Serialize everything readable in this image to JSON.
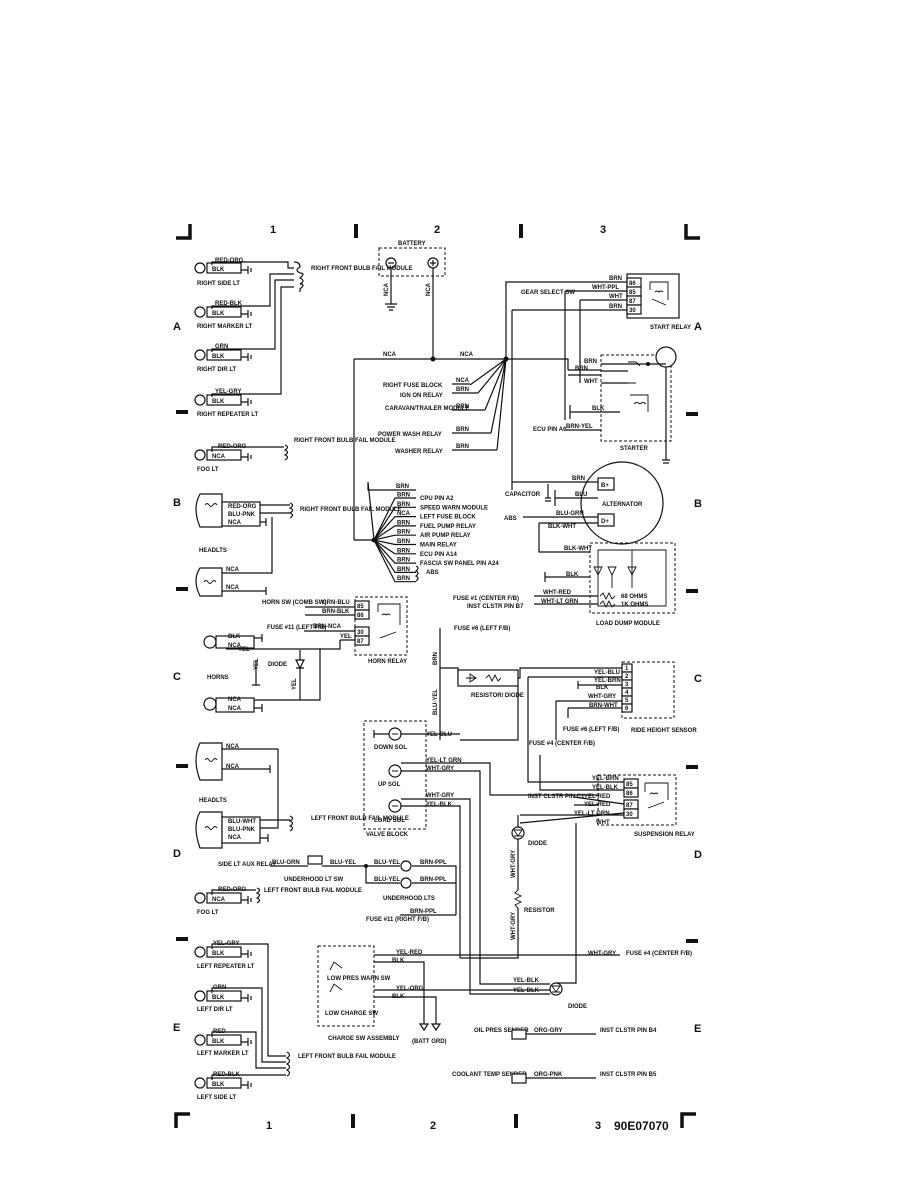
{
  "grid": {
    "columns": [
      "1",
      "2",
      "3"
    ],
    "rows": [
      "A",
      "B",
      "C",
      "D",
      "E"
    ],
    "figure_code": "90E07070"
  },
  "top": {
    "battery": "BATTERY",
    "nca_left": "NCA",
    "nca_right": "NCA",
    "right_front_bulb_fail_module": "RIGHT FRONT BULB FAIL MODULE"
  },
  "lamps_right": [
    {
      "name": "RIGHT SIDE LT",
      "wire1": "RED-ORG",
      "wire2": "BLK"
    },
    {
      "name": "RIGHT MARKER LT",
      "wire1": "RED-BLK",
      "wire2": "BLK"
    },
    {
      "name": "RIGHT DIR LT",
      "wire1": "GRN",
      "wire2": "BLK"
    },
    {
      "name": "RIGHT REPEATER LT",
      "wire1": "YEL-GRY",
      "wire2": "BLK"
    }
  ],
  "fog_lt_right": {
    "name": "FOG LT",
    "wire1": "RED-ORG",
    "wire2": "NCA",
    "module": "RIGHT FRONT BULB FAIL MODULE"
  },
  "start_relay": {
    "label": "START RELAY",
    "gear_select": "GEAR SELECT SW",
    "wires": [
      "BRN",
      "WHT-PPL",
      "WHT",
      "BRN"
    ],
    "pins": [
      "86",
      "85",
      "87",
      "30"
    ]
  },
  "center_bus": {
    "nca": "NCA",
    "nca2": "NCA",
    "loads": [
      {
        "label": "RIGHT FUSE BLOCK",
        "wire": "NCA"
      },
      {
        "label": "IGN ON RELAY",
        "wire": "BRN"
      },
      {
        "label": "CARAVAN/TRAILER MODULE",
        "wire": "BRN"
      },
      {
        "label": "POWER WASH RELAY",
        "wire": "BRN"
      },
      {
        "label": "WASHER RELAY",
        "wire": "BRN"
      }
    ]
  },
  "starter": {
    "label": "STARTER",
    "wires": [
      "BRN",
      "BRN",
      "WHT",
      "BLK"
    ],
    "ecu": "ECU PIN A6",
    "ecu_wire": "BRN-YEL",
    "ground_wire": "BLK"
  },
  "headlts_right": {
    "name": "HEADLTS",
    "wires": [
      "RED-ORG",
      "BLU-PNK",
      "NCA",
      "NCA"
    ],
    "module": "RIGHT FRONT BULB FAIL MODULE"
  },
  "splice_loads": [
    {
      "label": "CPU PIN A2",
      "wire": "BRN"
    },
    {
      "label": "SPEED WARN MODULE",
      "wire": "BRN"
    },
    {
      "label": "LEFT FUSE BLOCK",
      "wire": "NCA"
    },
    {
      "label": "FUEL PUMP RELAY",
      "wire": "BRN"
    },
    {
      "label": "AIR PUMP RELAY",
      "wire": "BRN"
    },
    {
      "label": "MAIN RELAY",
      "wire": "BRN"
    },
    {
      "label": "ECU PIN A14",
      "wire": "BRN"
    },
    {
      "label": "FASCIA SW PANEL PIN A24",
      "wire": "BRN"
    },
    {
      "label": "",
      "wire": "BRN"
    },
    {
      "label": "",
      "wire": "BRN"
    }
  ],
  "splice_abs": "ABS",
  "splice_top": "BRN",
  "alternator": {
    "label": "ALTERNATOR",
    "capacitor": "CAPACITOR",
    "abs": "ABS",
    "wires": [
      "BRN",
      "BLU",
      "BLU-GRN",
      "BLK-WHT"
    ],
    "terminals": [
      "B+",
      "D+"
    ]
  },
  "load_dump": {
    "label": "LOAD DUMP MODULE",
    "in_wire": "BLK-WHT",
    "gnd": "BLK",
    "fuse1": "FUSE #1 (CENTER F/B)",
    "fuse1_wire": "WHT-RED",
    "inst": "INST CLSTR PIN B7",
    "inst_wire": "WHT-LT GRN",
    "r1": "68 OHMS",
    "r2": "1K OHMS"
  },
  "horn": {
    "sw": "HORN SW (COMB SW)",
    "relay": "HORN RELAY",
    "fuse": "FUSE #11 (LEFT F/B)",
    "pins": [
      "85",
      "86",
      "30",
      "87"
    ],
    "wires": [
      "GRN-BLU",
      "BRN-BLK",
      "BRN-NCA",
      "YEL"
    ],
    "horns": "HORNS",
    "diode": "DIODE",
    "h_wires": [
      "BLK",
      "NCA",
      "YEL",
      "NCA",
      "NCA"
    ],
    "yel_vertical": "YEL",
    "yel_vertical2": "YEL"
  },
  "fuse6_top": {
    "label": "FUSE #6 (LEFT F/B)",
    "wire": "BRN"
  },
  "resistor_diode": "RESISTOR/ DIODE",
  "ride_height": {
    "label": "RIDE HEIGHT SENSOR",
    "pins": [
      "1",
      "2",
      "3",
      "4",
      "5",
      "6"
    ],
    "wires": [
      "YEL-BLU",
      "YEL-BRN",
      "BLK",
      "WHT-GRY",
      "BRN-WHT"
    ],
    "fuse6": "FUSE #6 (LEFT F/B)",
    "fuse4": "FUSE #4 (CENTER F/B)"
  },
  "valve_block": {
    "label": "VALVE BLOCK",
    "sols": [
      "DOWN SOL",
      "UP SOL",
      "LOAD SOL"
    ],
    "wires": [
      "YEL-BLU",
      "YEL-LT GRN",
      "WHT-GRY",
      "WHT-GRY",
      "YEL-BLK"
    ],
    "blu_vert": "BLU-YEL"
  },
  "suspension_relay": {
    "label": "SUSPENSION RELAY",
    "pins": [
      "85",
      "86",
      "87",
      "30"
    ],
    "wires": [
      "YEL-BRN",
      "YEL-BLK",
      "YEL-RED",
      "YEL-RED",
      "YEL-LT GRN",
      "WHT"
    ],
    "inst": "INST CLSTR PIN C1",
    "diode": "DIODE",
    "resistor": "RESISTOR",
    "wht_gry": "WHT-GRY",
    "wht_gry2": "WHT-GRY"
  },
  "headlts_left": {
    "name": "HEADLTS",
    "wires": [
      "NCA",
      "NCA",
      "BLU-WHT",
      "BLU-PNK",
      "NCA"
    ],
    "module": "LEFT FRONT BULB FAIL MODULE"
  },
  "underhood": {
    "side_lt": "SIDE LT AUX RELAY",
    "sw": "UNDERHOOD LT SW",
    "lts": "UNDERHOOD LTS",
    "wires": [
      "BLU-GRN",
      "BLU-YEL",
      "BLU-YEL",
      "BRN-PPL",
      "BLU-YEL",
      "BRN-PPL",
      "BRN-PPL"
    ],
    "fuse11": "FUSE #11 (RIGHT F/B)"
  },
  "fog_lt_left": {
    "name": "FOG LT",
    "wire1": "RED-ORG",
    "wire2": "NCA",
    "module": "LEFT FRONT BULB FAIL MODULE"
  },
  "charge": {
    "label": "CHARGE SW ASSEMBLY",
    "low_pres": "LOW PRES WARN SW",
    "low_charge": "LOW CHARGE SW",
    "batt": "(BATT GRD)",
    "wires": [
      "YEL-RED",
      "BLK",
      "YEL-ORG",
      "BLK"
    ],
    "fuse4": "FUSE #4 (CENTER F/B)",
    "fuse4_wire": "WHT-GRY",
    "diode": "DIODE",
    "d_wires": [
      "YEL-BLK",
      "YEL-BLK"
    ]
  },
  "senders": [
    {
      "label": "OIL PRES SENDER",
      "wire": "ORG-GRY",
      "dest": "INST CLSTR PIN B4"
    },
    {
      "label": "COOLANT TEMP SENDER",
      "wire": "ORG-PNK",
      "dest": "INST CLSTR PIN B5"
    }
  ],
  "lamps_left": [
    {
      "name": "LEFT REPEATER LT",
      "wire1": "YEL-GRY",
      "wire2": "BLK"
    },
    {
      "name": "LEFT DIR LT",
      "wire1": "GRN",
      "wire2": "BLK"
    },
    {
      "name": "LEFT MARKER LT",
      "wire1": "RED",
      "wire2": "BLK"
    },
    {
      "name": "LEFT SIDE LT",
      "wire1": "RED-BLK",
      "wire2": "BLK"
    }
  ],
  "left_module": "LEFT FRONT BULB FAIL MODULE"
}
